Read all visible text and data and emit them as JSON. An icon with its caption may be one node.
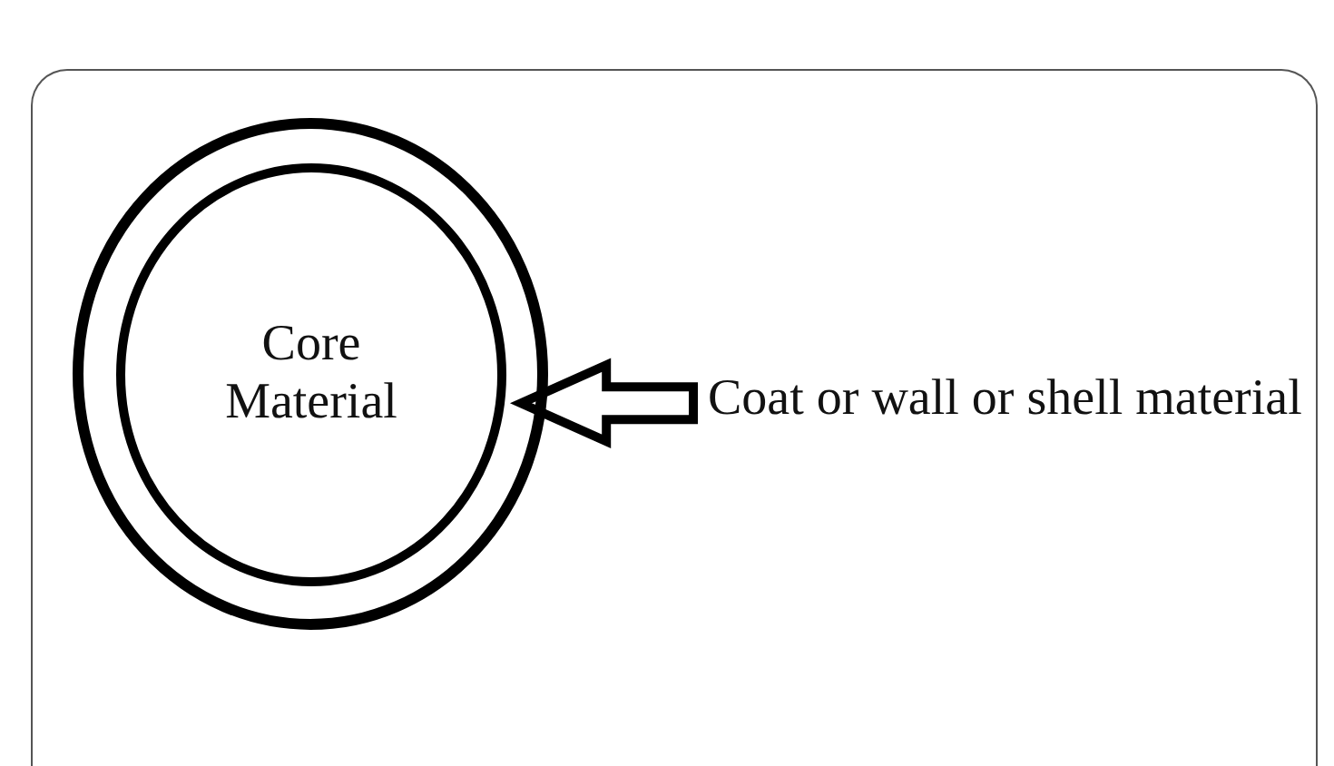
{
  "diagram": {
    "nodes": [
      {
        "text": [],
        "shape": "circle"
      },
      {
        "text": [
          "Core Material"
        ],
        "in": 0
      },
      {
        "text": [
          "Coat or wall or shell material"
        ]
      }
    ],
    "edges": [
      {
        "from": 2,
        "to": 0,
        "arrow": "to"
      }
    ]
  }
}
